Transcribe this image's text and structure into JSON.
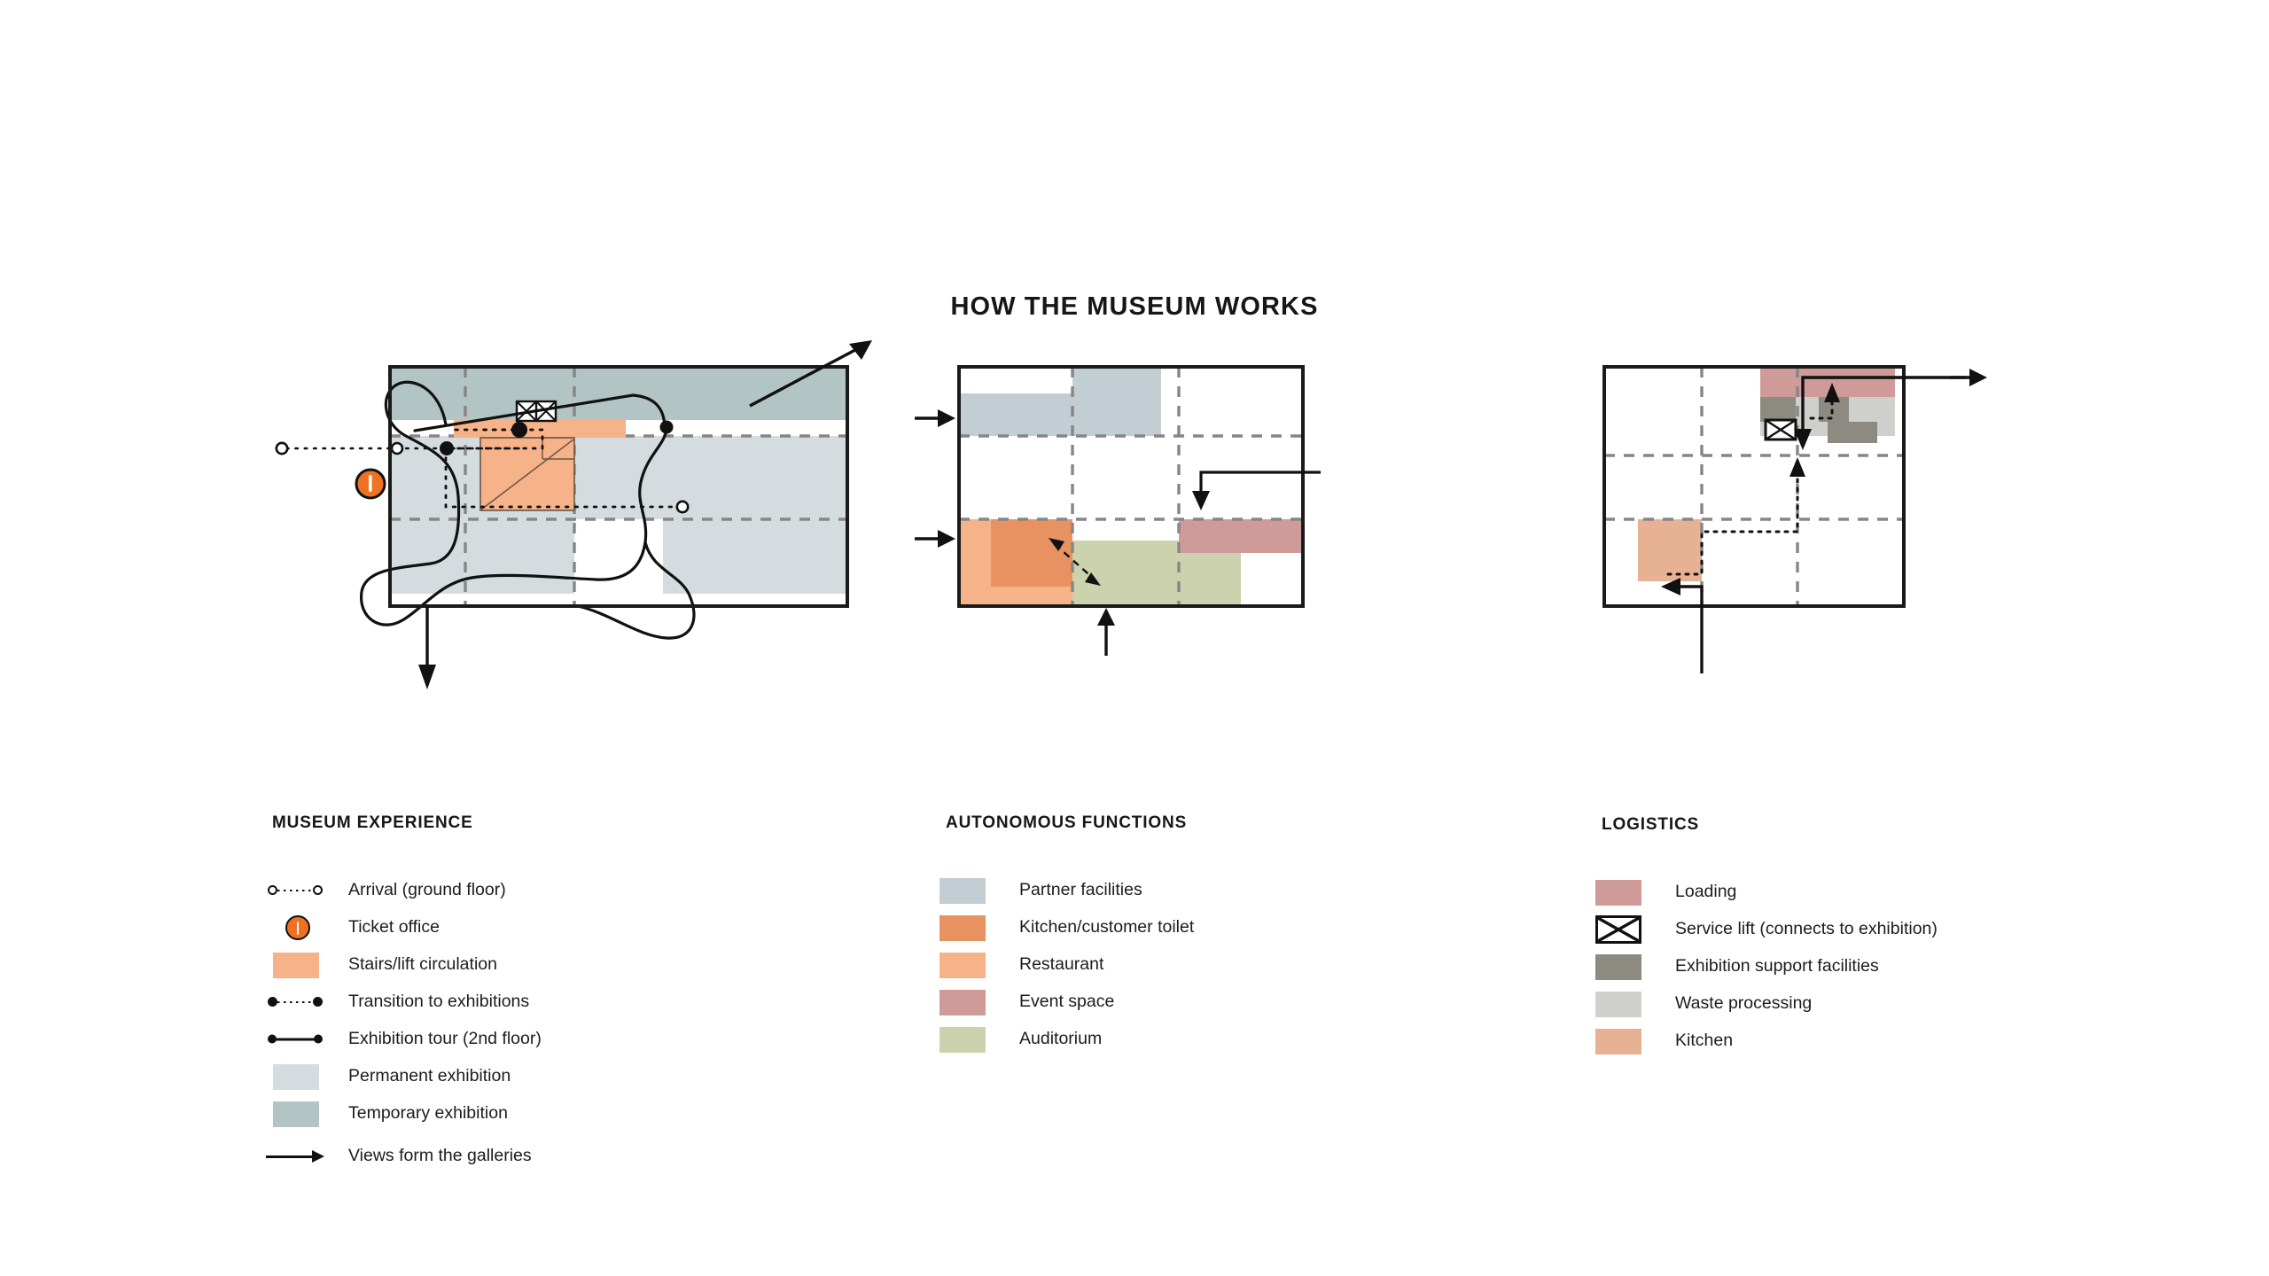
{
  "title": "HOW THE MUSEUM WORKS",
  "colors": {
    "ink": "#111111",
    "orange": "#ef7124",
    "circulation": "#f6b289",
    "permanent_exhibition": "#d4dcdf",
    "temporary_exhibition": "#b2c4c4",
    "partner_facilities": "#c3cdd4",
    "kitchen_customer_toilet": "#e79260",
    "restaurant": "#f6b289",
    "event_space": "#cf9b99",
    "auditorium": "#cdd2ae",
    "loading": "#cf9b99",
    "exhibition_support": "#8c8a81",
    "waste_processing": "#cfd0cb",
    "kitchen": "#e6b293",
    "grid_dash": "#868686",
    "outline": "#1a1a1a"
  },
  "panels": [
    {
      "id": "museum-experience",
      "legend_title": "MUSEUM EXPERIENCE",
      "legend": [
        {
          "label": "Arrival (ground floor)",
          "symbol": "hollow-dot-dotted-line"
        },
        {
          "label": "Ticket office",
          "symbol": "ticket-office-circle",
          "color": "#ef7124"
        },
        {
          "label": "Stairs/lift circulation",
          "symbol": "swatch",
          "color": "#f6b289"
        },
        {
          "label": "Transition to exhibitions",
          "symbol": "filled-dot-dotted-line"
        },
        {
          "label": "Exhibition tour (2nd floor)",
          "symbol": "solid-line-dots"
        },
        {
          "label": "Permanent exhibition",
          "symbol": "swatch",
          "color": "#d4dcdf"
        },
        {
          "label": "Temporary exhibition",
          "symbol": "swatch",
          "color": "#b2c4c4"
        },
        {
          "label": "Views form the galleries",
          "symbol": "arrow"
        }
      ]
    },
    {
      "id": "autonomous-functions",
      "legend_title": "AUTONOMOUS FUNCTIONS",
      "legend": [
        {
          "label": "Partner facilities",
          "symbol": "swatch",
          "color": "#c3cdd4"
        },
        {
          "label": "Kitchen/customer toilet",
          "symbol": "swatch",
          "color": "#e79260"
        },
        {
          "label": "Restaurant",
          "symbol": "swatch",
          "color": "#f6b289"
        },
        {
          "label": "Event space",
          "symbol": "swatch",
          "color": "#cf9b99"
        },
        {
          "label": "Auditorium",
          "symbol": "swatch",
          "color": "#cdd2ae"
        }
      ]
    },
    {
      "id": "logistics",
      "legend_title": "LOGISTICS",
      "legend": [
        {
          "label": "Loading",
          "symbol": "swatch",
          "color": "#cf9b99"
        },
        {
          "label": "Service lift (connects to exhibition)",
          "symbol": "service-lift-icon"
        },
        {
          "label": "Exhibition support facilities",
          "symbol": "swatch",
          "color": "#8c8a81"
        },
        {
          "label": "Waste processing",
          "symbol": "swatch",
          "color": "#cfd0cb"
        },
        {
          "label": "Kitchen",
          "symbol": "swatch",
          "color": "#e6b293"
        }
      ]
    }
  ]
}
